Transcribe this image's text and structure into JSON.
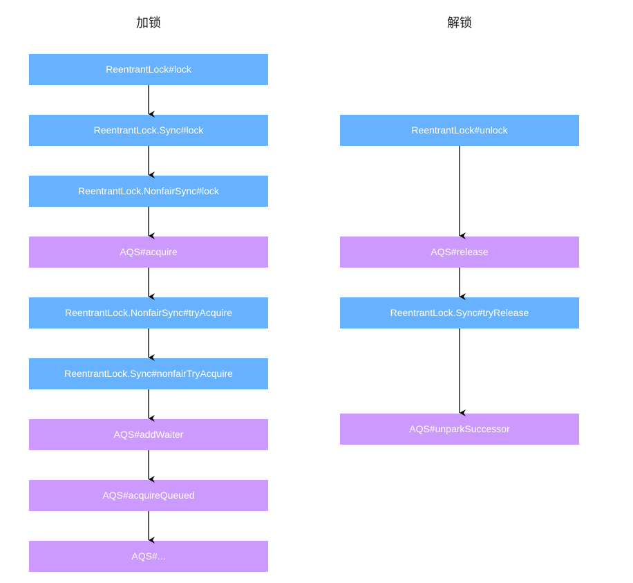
{
  "lock": {
    "title": "加锁",
    "steps": [
      {
        "label": "ReentrantLock#lock",
        "color": "#66b2ff"
      },
      {
        "label": "ReentrantLock.Sync#lock",
        "color": "#66b2ff"
      },
      {
        "label": "ReentrantLock.NonfairSync#lock",
        "color": "#66b2ff"
      },
      {
        "label": "AQS#acquire",
        "color": "#cc99ff"
      },
      {
        "label": "ReentrantLock.NonfairSync#tryAcquire",
        "color": "#66b2ff"
      },
      {
        "label": "ReentrantLock.Sync#nonfairTryAcquire",
        "color": "#66b2ff"
      },
      {
        "label": "AQS#addWaiter",
        "color": "#cc99ff"
      },
      {
        "label": "AQS#acquireQueued",
        "color": "#cc99ff"
      },
      {
        "label": "AQS#...",
        "color": "#cc99ff"
      }
    ]
  },
  "unlock": {
    "title": "解锁",
    "steps": [
      {
        "label": "ReentrantLock#unlock",
        "color": "#66b2ff"
      },
      {
        "label": "AQS#release",
        "color": "#cc99ff"
      },
      {
        "label": "ReentrantLock.Sync#tryRelease",
        "color": "#66b2ff"
      },
      {
        "label": "AQS#unparkSuccessor",
        "color": "#cc99ff"
      }
    ]
  }
}
